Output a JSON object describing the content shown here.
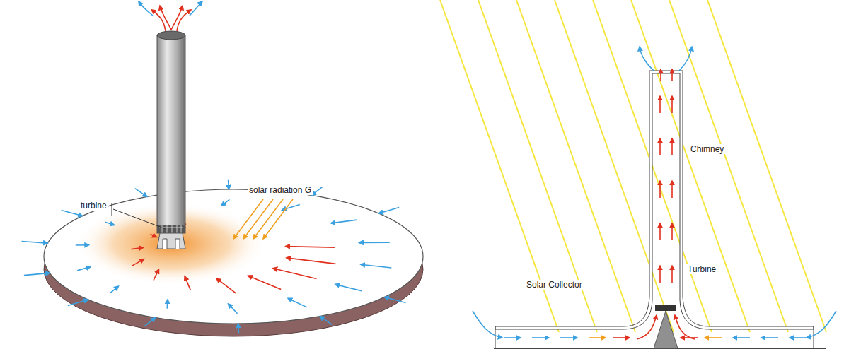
{
  "diagram": {
    "labels": [
      "turbine",
      "solar radiation G",
      "Chimney",
      "Turbine",
      "Solar Collector"
    ]
  }
}
